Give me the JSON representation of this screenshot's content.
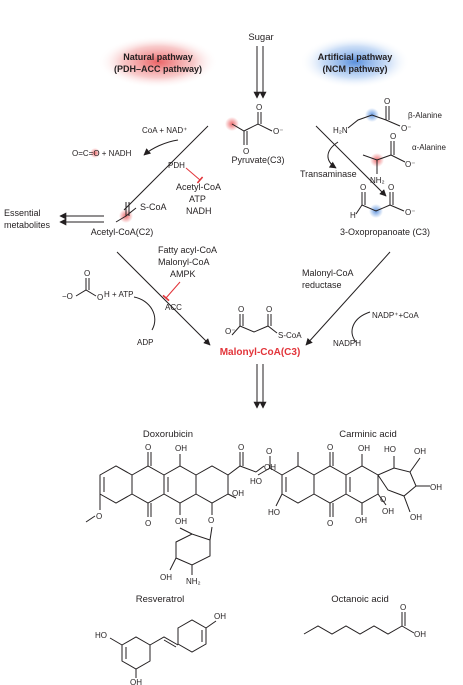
{
  "sugar": "Sugar",
  "natural": {
    "line1": "Natural pathway",
    "line2": "(PDH–ACC pathway)",
    "color": "#e8474a"
  },
  "artificial": {
    "line1": "Artificial pathway",
    "line2": "(NCM pathway)",
    "color": "#3d7dd8"
  },
  "pyruvate": {
    "label": "Pyruvate(C3)",
    "o_minus": "O⁻",
    "o": "O"
  },
  "beta_alanine": {
    "label": "β-Alanine",
    "h2n": "H₂N",
    "o_minus": "O⁻",
    "o": "O"
  },
  "alpha_alanine": {
    "label": "α-Alanine",
    "nh2": "NH₂",
    "o_minus": "O⁻",
    "o": "O"
  },
  "transaminase": "Transaminase",
  "pdh": {
    "enzyme": "PDH",
    "cofactors": "CoA + NAD⁺",
    "co2": "O=C=O + NADH",
    "inhibitors": [
      "Acetyl-CoA",
      "ATP",
      "NADH"
    ]
  },
  "acetyl_coa": {
    "label": "Acetyl-CoA(C2)",
    "s_coa": "S-CoA"
  },
  "essential": {
    "line1": "Essential",
    "line2": "metabolites"
  },
  "acc": {
    "enzyme": "ACC",
    "inhibitors": [
      "Fatty acyl-CoA",
      "Malonyl-CoA",
      "AMPK"
    ],
    "bicarb_h": "H + ATP",
    "bicarb_o": "O",
    "bicarb_ominus": "−O",
    "adp": "ADP"
  },
  "oxopropanoate": {
    "label": "3-Oxopropanoate (C3)",
    "h": "H",
    "o_minus": "O⁻",
    "o": "O"
  },
  "mcr": {
    "line1": "Malonyl-CoA",
    "line2": "reductase",
    "nadp": "NADP⁺+CoA",
    "nadph": "NADPH"
  },
  "malonyl": {
    "label": "Malonyl-CoA(C3)",
    "o_minus": "O⁻",
    "s_coa": "S-CoA",
    "color": "#e2343a"
  },
  "products": {
    "doxorubicin": {
      "name": "Doxorubicin",
      "o": "O",
      "oh": "OH",
      "nh2": "NH₂",
      "ome": "O"
    },
    "carminic": {
      "name": "Carminic acid",
      "o": "O",
      "oh": "OH",
      "ho": "HO"
    },
    "resveratrol": {
      "name": "Resveratrol",
      "oh": "OH",
      "ho": "HO"
    },
    "octanoic": {
      "name": "Octanoic acid",
      "oh": "OH",
      "o": "O"
    }
  }
}
